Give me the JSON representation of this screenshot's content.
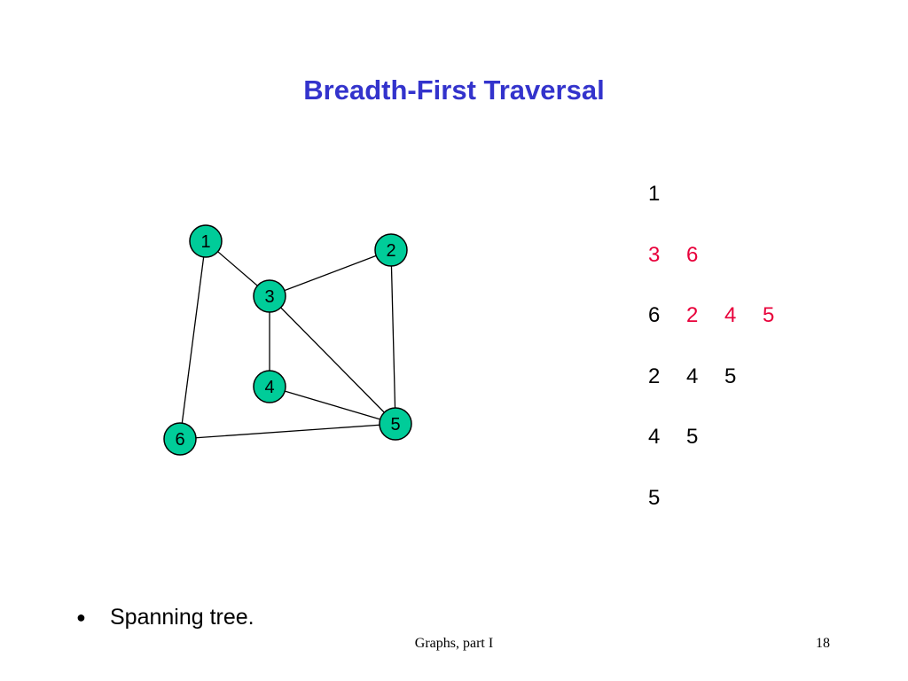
{
  "slide": {
    "title": "Breadth-First Traversal",
    "bullet": "Spanning tree.",
    "footer": "Graphs, part I",
    "page_number": "18"
  },
  "graph": {
    "nodes": [
      {
        "id": "1",
        "label": "1"
      },
      {
        "id": "2",
        "label": "2"
      },
      {
        "id": "3",
        "label": "3"
      },
      {
        "id": "4",
        "label": "4"
      },
      {
        "id": "5",
        "label": "5"
      },
      {
        "id": "6",
        "label": "6"
      }
    ],
    "edges": [
      [
        "1",
        "3"
      ],
      [
        "1",
        "6"
      ],
      [
        "3",
        "2"
      ],
      [
        "3",
        "4"
      ],
      [
        "3",
        "5"
      ],
      [
        "2",
        "5"
      ],
      [
        "4",
        "5"
      ],
      [
        "6",
        "5"
      ]
    ],
    "colors": {
      "node_fill": "#00cc99",
      "edge": "#000000"
    }
  },
  "queue": {
    "rows": [
      [
        {
          "v": "1",
          "highlight": false
        }
      ],
      [
        {
          "v": "3",
          "highlight": true
        },
        {
          "v": "6",
          "highlight": true
        }
      ],
      [
        {
          "v": "6",
          "highlight": false
        },
        {
          "v": "2",
          "highlight": true
        },
        {
          "v": "4",
          "highlight": true
        },
        {
          "v": "5",
          "highlight": true
        }
      ],
      [
        {
          "v": "2",
          "highlight": false
        },
        {
          "v": "4",
          "highlight": false
        },
        {
          "v": "5",
          "highlight": false
        }
      ],
      [
        {
          "v": "4",
          "highlight": false
        },
        {
          "v": "5",
          "highlight": false
        }
      ],
      [
        {
          "v": "5",
          "highlight": false
        }
      ]
    ],
    "colors": {
      "highlight": "#e8003a",
      "normal": "#000000"
    }
  },
  "colors": {
    "title": "#3333cc"
  }
}
